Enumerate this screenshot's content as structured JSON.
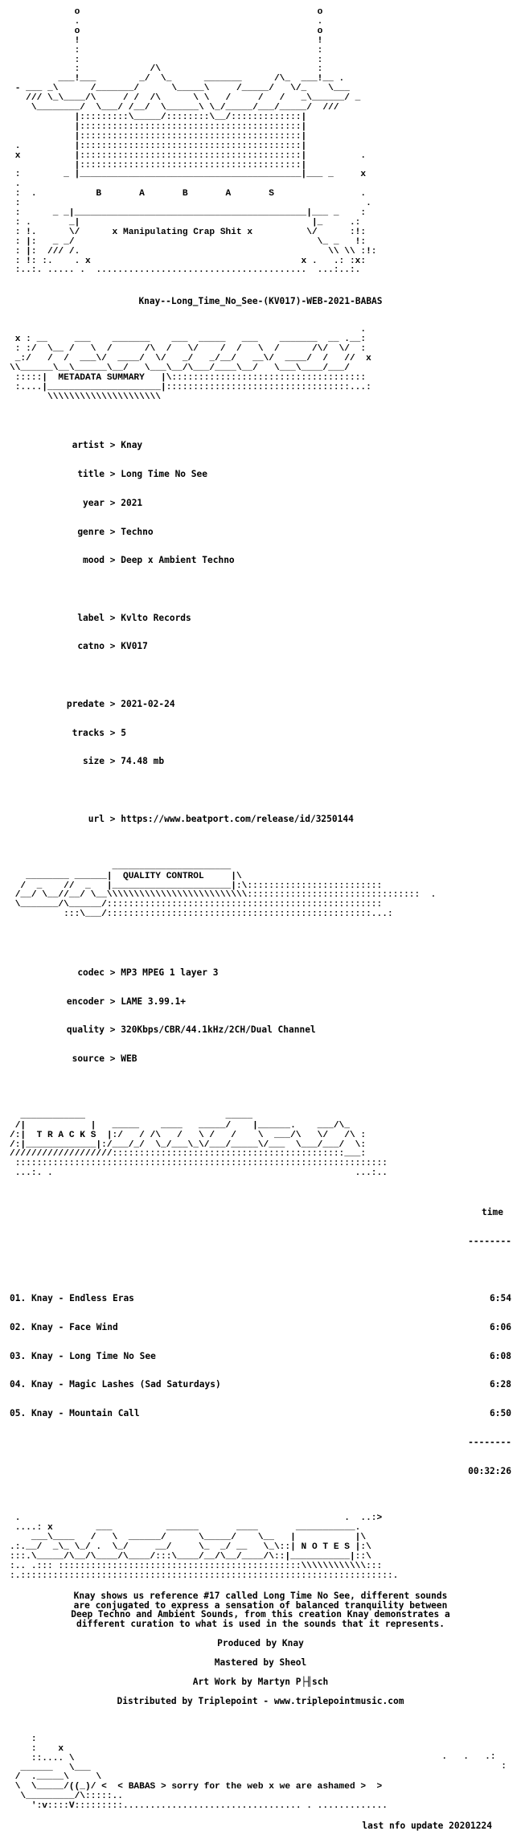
{
  "art": {
    "header": "            o                                            o\n            .                                            .\n            o                                            o\n            !                                            !\n            :                                            :\n            :                                            :\n            :             /\\                             :\n         ___!___        _/  \\_      _______      /\\_  ___!__ .\n - ___ _\\      /_______/      \\_____\\     /_____/   \\/_    \\___\n   /// \\_\\____/\\     / /  /\\      \\ \\   /     /   /   _\\______/ _\n    \\________/  \\___/ /__/  \\______\\ \\_/_____/___/_____/  ///\n            |:::::::::\\_____/::::::::\\__/:::::::::::::|\n            |:::::::::::::::::::::::::::::::::::::::::|\n            |:::::::::::::::::::::::::::::::::::::::::|\n .          |:::::::::::::::::::::::::::::::::::::::::|\n x          |:::::::::::::::::::::::::::::::::::::::::|          .\n            |:::::::::::::::::::::::::::::::::::::::::|\n :        _ |_________________________________________|___ _     x\n .\n :  .           B       A       B       A       S                .\n :                                                                .\n :      _ _|___________________________________________|___ _    :\n : .       _|                                           |_     .:\n : !.      \\/      x Manipulating Crap Shit x          \\/      :!:\n : |:   _ _/                                             \\_ _   !:\n : |:  /// /.                                              \\\\ \\\\ :!:\n : !: :.    . x                                       x .   .: :x:\n :..:. ..... .  .......................................  ...:..:.",
    "metadata": "                                                                 .\n x : __     ___    _______    ___  _____   ___    _______  __ .__:\n : :/  \\__ /   \\  /      /\\  /   \\/    /  /   \\  /      /\\/  \\/  :\n _:/   /  /  ___\\/  ____/  \\/   _/   _/__/   __\\/  ____/  /   //  x\n\\\\______\\__\\______\\__/   \\___\\__/\\___/____\\__/   \\___\\____/___/\n :::::|  METADATA SUMMARY   |\\::::::::::::::::::::::::::::::::::::\n :....|_____________________|::::::::::::::::::::::::::::::::::...:\n       \\\\\\\\\\\\\\\\\\\\\\\\\\\\\\\\\\\\\\\\\\",
    "quality": "                   ______________________\n   ________ ______|  QUALITY CONTROL     |\\\n  /  _    //  _   |______________________|:\\:::::::::::::::::::::::::\n /__/ \\__//__/ \\__\\\\\\\\\\\\\\\\\\\\\\\\\\\\\\\\\\\\\\\\\\\\\\\\\\\\::::::::::::::::::::::::::::::::  .\n \\_______/\\______/:::::::::::::::::::::::::::::::::::::::::::::::::::\n          :::\\___/:::::::::::::::::::::::::::::::::::::::::::::::::...:",
    "tracks": "  ____________                          _____\n /|            |   _____    ____   _____/    |______.    ___/\\_\n/:|  T R A C K S  |:/   / /\\   /   \\ /   /    \\  ___/\\   \\/   /\\ :\n/:|_____________|:/___/_/  \\_/___\\_\\/___/_____\\/___  \\___/___/  \\:\n///////////////////:::::::::::::::::::::::::::::::::::::::::::___:\n :::::::::::::::::::::::::::::::::::::::::::::::::::::::::::::::::::::\n ...:. .                                                        ...:..",
    "notes": " .                                                            .  ..:>\n ....: x        ___          ______       ____       ___________.\n    ___\\____   /   \\  ______/      \\_____/    \\__   |           |\\\n.:.__/  _\\_ \\_/ .  \\_/     __/     \\_  _/ __   \\_\\::| N O T E S |:\\\n:::.\\_____/\\__/\\____/\\____/:::\\____/__/\\__/____/\\::|___________|::\\\n:.. .::: :::::::::::::::::::::::::::::::::::::::::::::\\\\\\\\\\\\\\\\\\\\\\\\:::\n:.:::::::::::::::::::::::::::::::::::::::::::::::::::::::::::::::::::::.",
    "footer": "    :\n    :    x\n    ::.... \\\n  ______   \\___\n /  ._____\\     \\\n \\  \\_____/((_)/ <  < BABAS > sorry for the web x we are ashamed >  >\n  \\_________/\\:::::..\n    ':v::::V:::::::::................................. . .............",
    "footer_right_dots": ".   .   .:\n           :"
  },
  "release_name": "Knay--Long_Time_No_See-(KV017)-WEB-2021-BABAS",
  "metadata": [
    {
      "key": "artist",
      "value": "Knay"
    },
    {
      "key": "title",
      "value": "Long Time No See"
    },
    {
      "key": "year",
      "value": "2021"
    },
    {
      "key": "genre",
      "value": "Techno"
    },
    {
      "key": "mood",
      "value": "Deep x Ambient Techno"
    },
    {
      "key": "",
      "value": ""
    },
    {
      "key": "label",
      "value": "Kvlto Records"
    },
    {
      "key": "catno",
      "value": "KV017"
    },
    {
      "key": "",
      "value": ""
    },
    {
      "key": "predate",
      "value": "2021-02-24"
    },
    {
      "key": "tracks",
      "value": "5"
    },
    {
      "key": "size",
      "value": "74.48 mb"
    },
    {
      "key": "",
      "value": ""
    },
    {
      "key": "url",
      "value": "https://www.beatport.com/release/id/3250144"
    }
  ],
  "quality": [
    {
      "key": "codec",
      "value": "MP3 MPEG 1 layer 3"
    },
    {
      "key": "encoder",
      "value": "LAME 3.99.1+"
    },
    {
      "key": "quality",
      "value": "320Kbps/CBR/44.1kHz/2CH/Dual Channel"
    },
    {
      "key": "source",
      "value": "WEB"
    }
  ],
  "tracklist": {
    "time_header": "time",
    "rule": "--------",
    "items": [
      {
        "title": "01. Knay - Endless Eras",
        "time": "6:54"
      },
      {
        "title": "02. Knay - Face Wind",
        "time": "6:06"
      },
      {
        "title": "03. Knay - Long Time No See",
        "time": "6:08"
      },
      {
        "title": "04. Knay - Magic Lashes (Sad Saturdays)",
        "time": "6:28"
      },
      {
        "title": "05. Knay - Mountain Call",
        "time": "6:50"
      }
    ],
    "total": "00:32:26"
  },
  "notes": {
    "text": "Knay shows us reference #17 called Long Time No See, different sounds\nare conjugated to express a sensation of balanced tranquility between\nDeep Techno and Ambient Sounds, from this creation Knay demonstrates a\ndifferent curation to what is used in the sounds that it represents.",
    "credits": [
      "Produced by Knay",
      "Mastered by Sheol",
      "Art Work by Martyn P├╢sch",
      "Distributed by Triplepoint - www.triplepointmusic.com"
    ]
  },
  "last_update": "last nfo update 20201224"
}
